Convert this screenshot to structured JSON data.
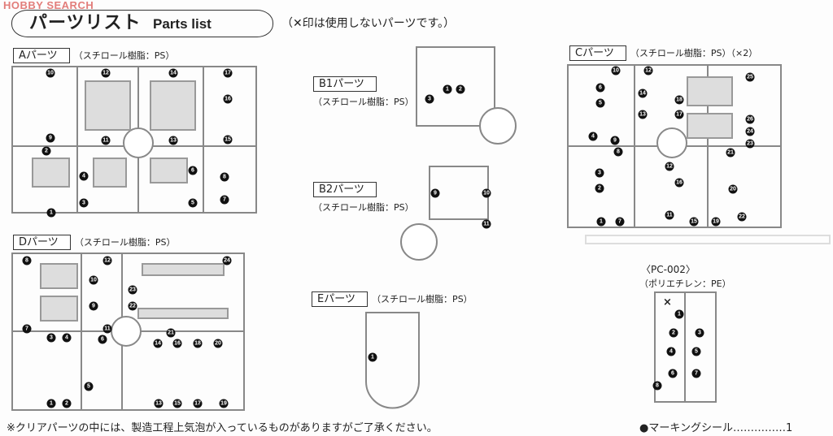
{
  "watermark": "HOBBY SEARCH",
  "header": {
    "title_jp": "パーツリスト",
    "title_en": "Parts list",
    "note": "（✕印は使用しないパーツです。）"
  },
  "material_ps": "（スチロール樹脂：PS）",
  "sprues": {
    "A": {
      "label": "Aパーツ",
      "numbers": [
        "10",
        "12",
        "14",
        "17",
        "16",
        "9",
        "11",
        "13",
        "15",
        "2",
        "4",
        "6",
        "8",
        "3",
        "5",
        "7",
        "1"
      ]
    },
    "B1": {
      "label": "B1パーツ",
      "numbers": [
        "1",
        "2",
        "3"
      ]
    },
    "B2": {
      "label": "B2パーツ",
      "numbers": [
        "9",
        "10",
        "11"
      ]
    },
    "C": {
      "label": "Cパーツ",
      "material": "（スチロール樹脂：PS）（×2）",
      "numbers": [
        "10",
        "6",
        "12",
        "25",
        "5",
        "14",
        "18",
        "13",
        "17",
        "4",
        "9",
        "8",
        "21",
        "26",
        "24",
        "23",
        "3",
        "12",
        "16",
        "2",
        "20",
        "1",
        "7",
        "11",
        "15",
        "19",
        "22"
      ]
    },
    "D": {
      "label": "Dパーツ",
      "numbers": [
        "8",
        "12",
        "24",
        "10",
        "23",
        "9",
        "22",
        "7",
        "11",
        "6",
        "21",
        "3",
        "4",
        "14",
        "16",
        "18",
        "20",
        "5",
        "1",
        "2",
        "13",
        "15",
        "17",
        "19"
      ]
    },
    "E": {
      "label": "Eパーツ",
      "numbers": [
        "1"
      ]
    },
    "PC": {
      "label": "〈PC-002〉",
      "material": "（ポリエチレン：PE）",
      "unused_mark": "×",
      "numbers": [
        "1",
        "2",
        "3",
        "4",
        "5",
        "6",
        "7",
        "8"
      ]
    }
  },
  "footer": {
    "clear_parts_note": "※クリアパーツの中には、製造工程上気泡が入っているものがありますがご了承ください。",
    "marking_seal": "●マーキングシール……………1"
  }
}
